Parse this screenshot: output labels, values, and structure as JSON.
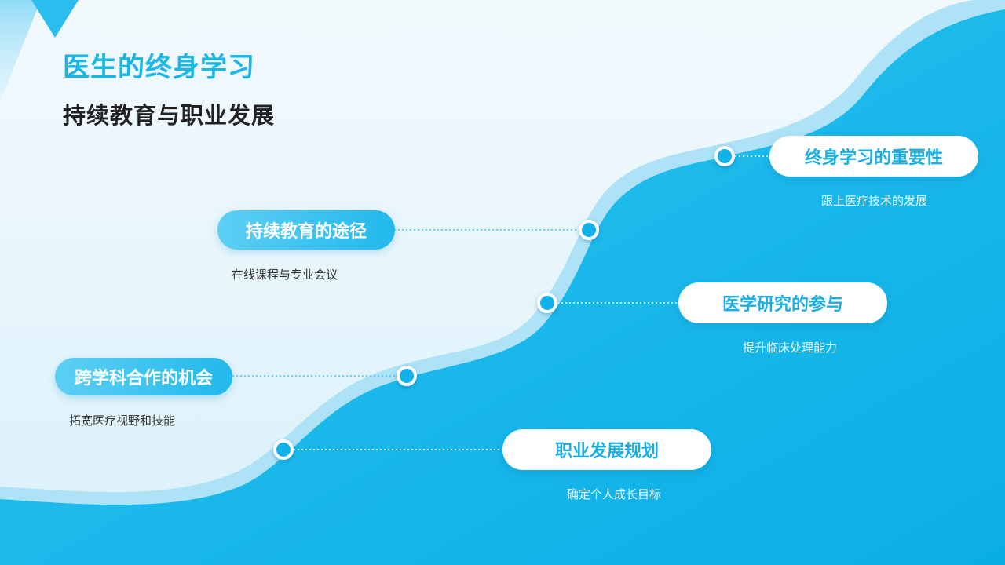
{
  "title": "医生的终身学习",
  "subtitle": "持续教育与职业发展",
  "milestones": [
    {
      "label": "职业发展规划",
      "desc": "确定个人成长目标"
    },
    {
      "label": "跨学科合作的机会",
      "desc": "拓宽医疗视野和技能"
    },
    {
      "label": "医学研究的参与",
      "desc": "提升临床处理能力"
    },
    {
      "label": "持续教育的途径",
      "desc": "在线课程与专业会议"
    },
    {
      "label": "终身学习的重要性",
      "desc": "跟上医疗技术的发展"
    }
  ],
  "colors": {
    "accent": "#19b6e8",
    "wave_dark": "#0fb1e9",
    "wave_light": "#aee3f7",
    "title_dark": "#222222"
  }
}
